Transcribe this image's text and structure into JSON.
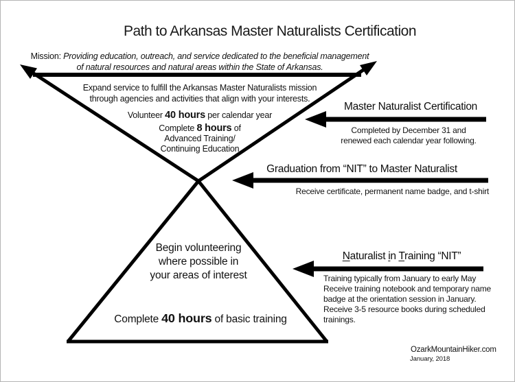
{
  "title": "Path to Arkansas Master Naturalists Certification",
  "mission": {
    "label": "Mission: ",
    "line1": "Providing education, outreach, and service dedicated to the beneficial management",
    "line2": "of natural resources and natural areas within the State of Arkansas."
  },
  "funnel_top": {
    "expand_line1": "Expand service to fulfill the Arkansas Master Naturalists mission",
    "expand_line2": "through agencies and activities that align with your interests.",
    "volunteer_pre": "Volunteer ",
    "volunteer_bold": "40 hours",
    "volunteer_post": " per calendar year",
    "complete_pre": "Complete ",
    "complete_bold": "8 hours",
    "complete_post": " of",
    "complete_line2": "Advanced Training/",
    "complete_line3": "Continuing Education"
  },
  "funnel_bottom": {
    "begin_line1": "Begin volunteering",
    "begin_line2": "where possible in",
    "begin_line3": "your areas of interest",
    "complete_pre": "Complete ",
    "complete_bold": "40 hours",
    "complete_post": " of basic training"
  },
  "stages": [
    {
      "heading": "Master Naturalist Certification",
      "detail_line1": "Completed by December 31 and",
      "detail_line2": "renewed each calendar year following."
    },
    {
      "heading": "Graduation from “NIT” to Master Naturalist",
      "detail": "Receive certificate, permanent name badge, and t-shirt"
    },
    {
      "heading_parts": {
        "p1": "N",
        "p2": "aturalist ",
        "p3": "i",
        "p4": "n ",
        "p5": "T",
        "p6": "raining “NIT”"
      },
      "detail_lines": [
        "Training typically from January to early May",
        "Receive training notebook and temporary name",
        "badge at the orientation session in January.",
        "Receive 3-5 resource books during scheduled",
        "trainings."
      ]
    }
  ],
  "footer": {
    "site": "OzarkMountainHiker.com",
    "date": "January, 2018"
  },
  "colors": {
    "ink": "#000000",
    "background": "#ffffff",
    "border": "#b4b4b4"
  }
}
